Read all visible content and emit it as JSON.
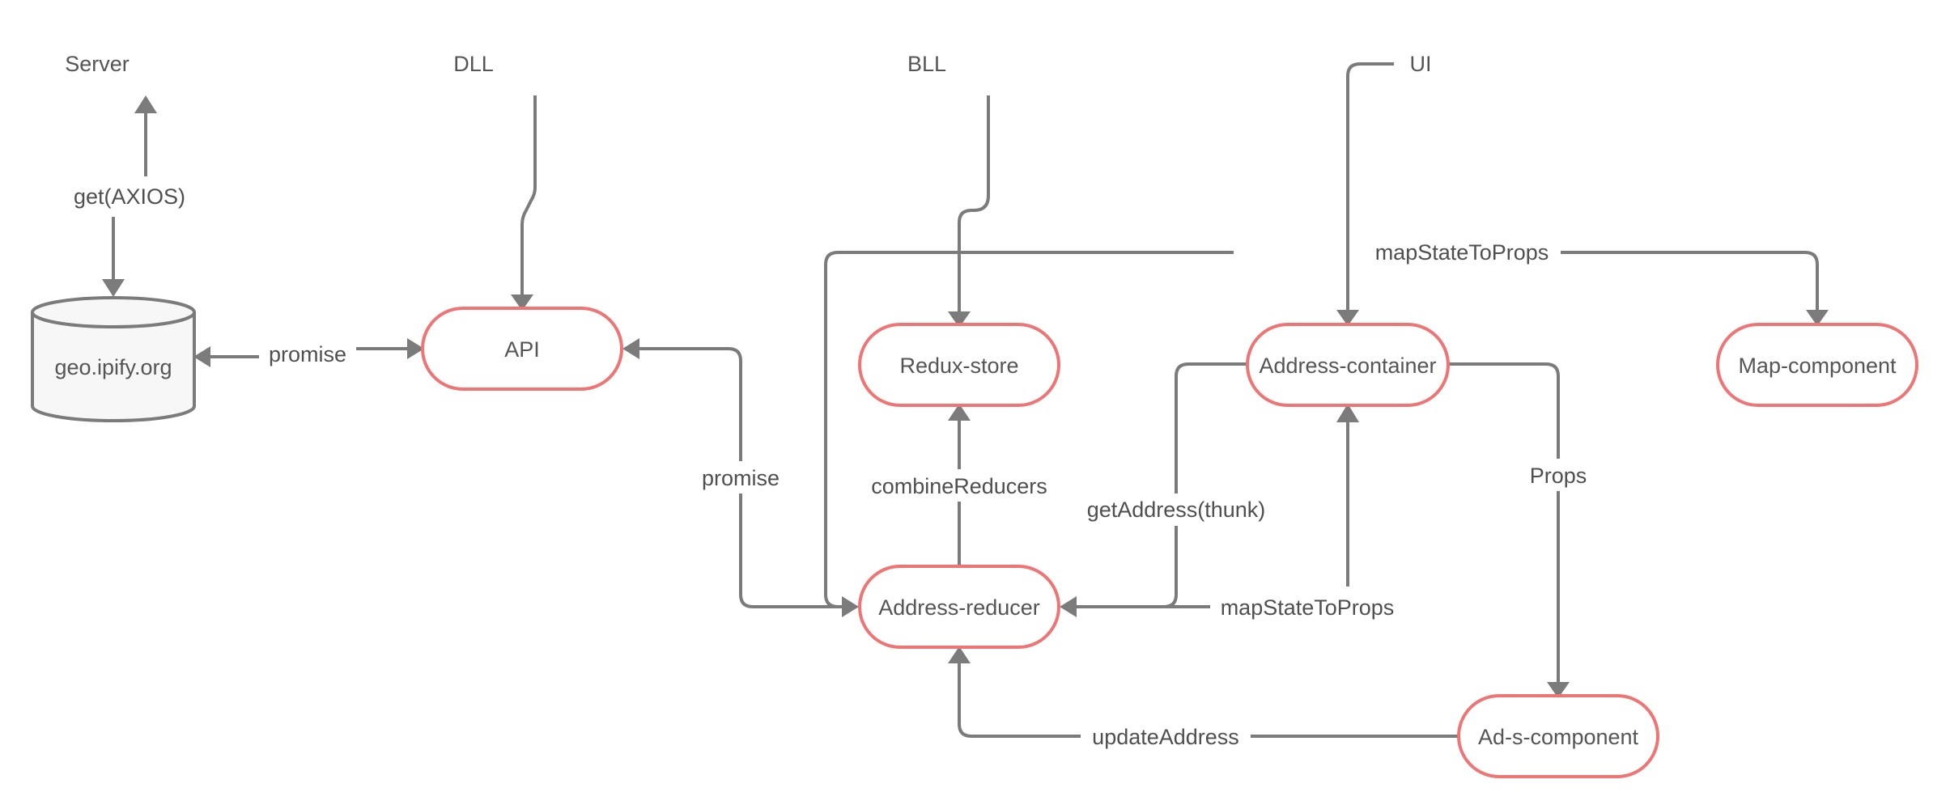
{
  "lanes": {
    "server": "Server",
    "dll": "DLL",
    "bll": "BLL",
    "ui": "UI"
  },
  "nodes": {
    "database": "geo.ipify.org",
    "api": "API",
    "redux_store": "Redux-store",
    "address_container": "Address-container",
    "map_component": "Map-component",
    "address_reducer": "Address-reducer",
    "ads_component": "Ad-s-component"
  },
  "edges": {
    "get_axios": "get(AXIOS)",
    "promise_db_api": "promise",
    "promise_api_reducer": "promise",
    "combine_reducers": "combineReducers",
    "get_address_thunk": "getAddress(thunk)",
    "map_state_to_props_top": "mapStateToProps",
    "map_state_to_props_bottom": "mapStateToProps",
    "props": "Props",
    "update_address": "updateAddress"
  },
  "colors": {
    "node_stroke": "#ef7474",
    "edge": "#7b7b7b",
    "text": "#555555"
  }
}
